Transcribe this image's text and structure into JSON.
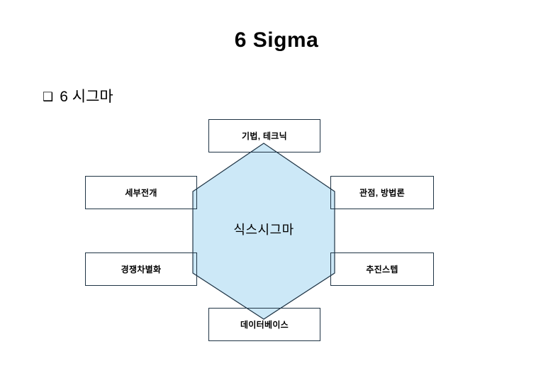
{
  "slide": {
    "title": "6 Sigma",
    "bullet": {
      "glyph": "❑",
      "glyph_name": "hollow-square-bullet",
      "text": "6 시그마"
    }
  },
  "diagram": {
    "center": {
      "shape": "hexagon",
      "label": "식스시그마",
      "fill": "#CCE8F7",
      "stroke": "#1F3445"
    },
    "nodes": [
      {
        "position": "top",
        "label": "기법, 테크닉"
      },
      {
        "position": "left-upper",
        "label": "세부전개"
      },
      {
        "position": "right-upper",
        "label": "관점, 방법론"
      },
      {
        "position": "left-lower",
        "label": "경쟁차별화"
      },
      {
        "position": "right-lower",
        "label": "추진스텝"
      },
      {
        "position": "bottom",
        "label": "데이터베이스"
      }
    ]
  },
  "colors": {
    "background": "#FFFFFF",
    "text": "#000000",
    "box_border": "#1F3445",
    "hex_fill": "#CCE8F7",
    "hex_stroke": "#1F3445"
  }
}
